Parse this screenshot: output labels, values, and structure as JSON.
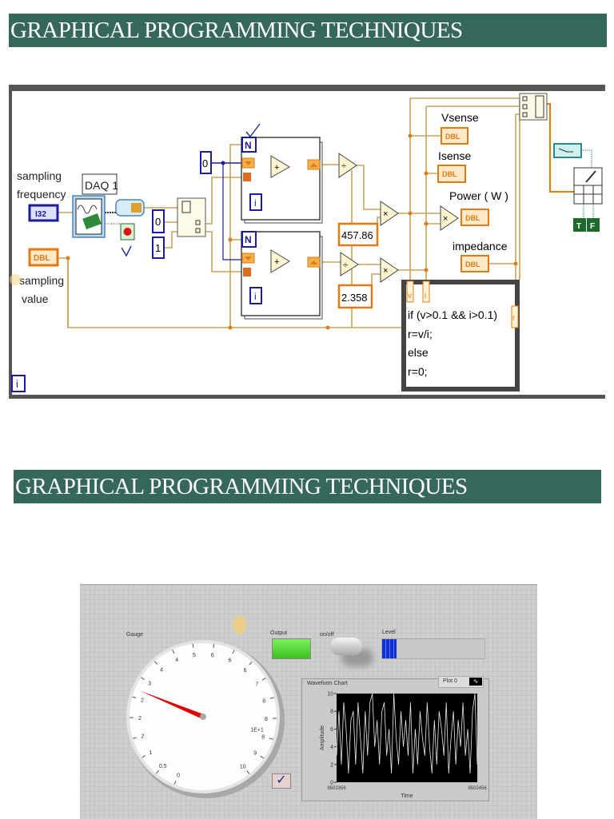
{
  "slides": [
    {
      "title": "GRAPHICAL PROGRAMMING TECHNIQUES"
    },
    {
      "title": "GRAPHICAL PROGRAMMING TECHNIQUES"
    }
  ],
  "block_diagram": {
    "labels": {
      "sampling_frequency": [
        "sampling",
        "frequency"
      ],
      "sampling_value": [
        "sampling",
        "value"
      ],
      "daq": "DAQ 1",
      "vsense": "Vsense",
      "isense": "Isense",
      "power": "Power ( W )",
      "impedance": "impedance"
    },
    "terminals": {
      "i32": "I32",
      "dbl": "DBL",
      "n": "N",
      "i": "i",
      "true": "T",
      "false": "F"
    },
    "constants": {
      "zero_a": "0",
      "zero_b": "0",
      "one": "1",
      "scale_v": "457.86",
      "scale_i": "2.358"
    },
    "operators": {
      "add": "+",
      "divide": "÷",
      "multiply": "×"
    },
    "formula_node": {
      "inputs": [
        "v",
        "i"
      ],
      "output": "r",
      "code": [
        "if (v>0.1 && i>0.1)",
        "r=v/i;",
        "else",
        "r=0;"
      ]
    },
    "colors": {
      "wire": "#c9a45a",
      "dbl": "#e07b12",
      "i32": "#1c1c9c",
      "frame": "#555555",
      "bool": "#1d6b2a"
    }
  },
  "front_panel": {
    "gauge": {
      "label": "Gauge",
      "tick_labels": [
        "0",
        "0.5",
        "1",
        "2",
        "2",
        "2",
        "3",
        "4",
        "4",
        "5",
        "6",
        "6",
        "6",
        "7",
        "8",
        "8",
        "8",
        "9",
        "10"
      ],
      "multiplier": "1E+1",
      "min": 0,
      "max": 10,
      "value": 3,
      "needle_color": "#e00000"
    },
    "output_led": {
      "label": "Output",
      "state": "on",
      "color": "#44e02a"
    },
    "switch": {
      "label": "on/off"
    },
    "level": {
      "label": "Level",
      "fraction": 0.14,
      "color": "#1030d0"
    },
    "chart_data": {
      "type": "line",
      "title": "Waveform Chart",
      "legend": "Plot 0",
      "legend_placement": "top-right",
      "xlabel": "Time",
      "ylabel": "Amplitude",
      "xlim": [
        9502356,
        9502456
      ],
      "ylim": [
        0,
        10
      ],
      "yticks": [
        0,
        2,
        4,
        6,
        8,
        10
      ],
      "xticks": [
        "9502356",
        "9502456"
      ],
      "grid": false,
      "series": [
        {
          "values": [
            3,
            8,
            2,
            9,
            6,
            1,
            7,
            8,
            2,
            9,
            5,
            1,
            8,
            3,
            9,
            10,
            4,
            7,
            2,
            8,
            9,
            3,
            6,
            1,
            10,
            5,
            2,
            8,
            4,
            7,
            3,
            9,
            1,
            6,
            2,
            8,
            5,
            3,
            9,
            4,
            1,
            7,
            2,
            8,
            6,
            3,
            9,
            1,
            5,
            8,
            2,
            7,
            4,
            9,
            3,
            6,
            1,
            8,
            10,
            2
          ],
          "color": "#e8e8e8"
        }
      ]
    }
  }
}
